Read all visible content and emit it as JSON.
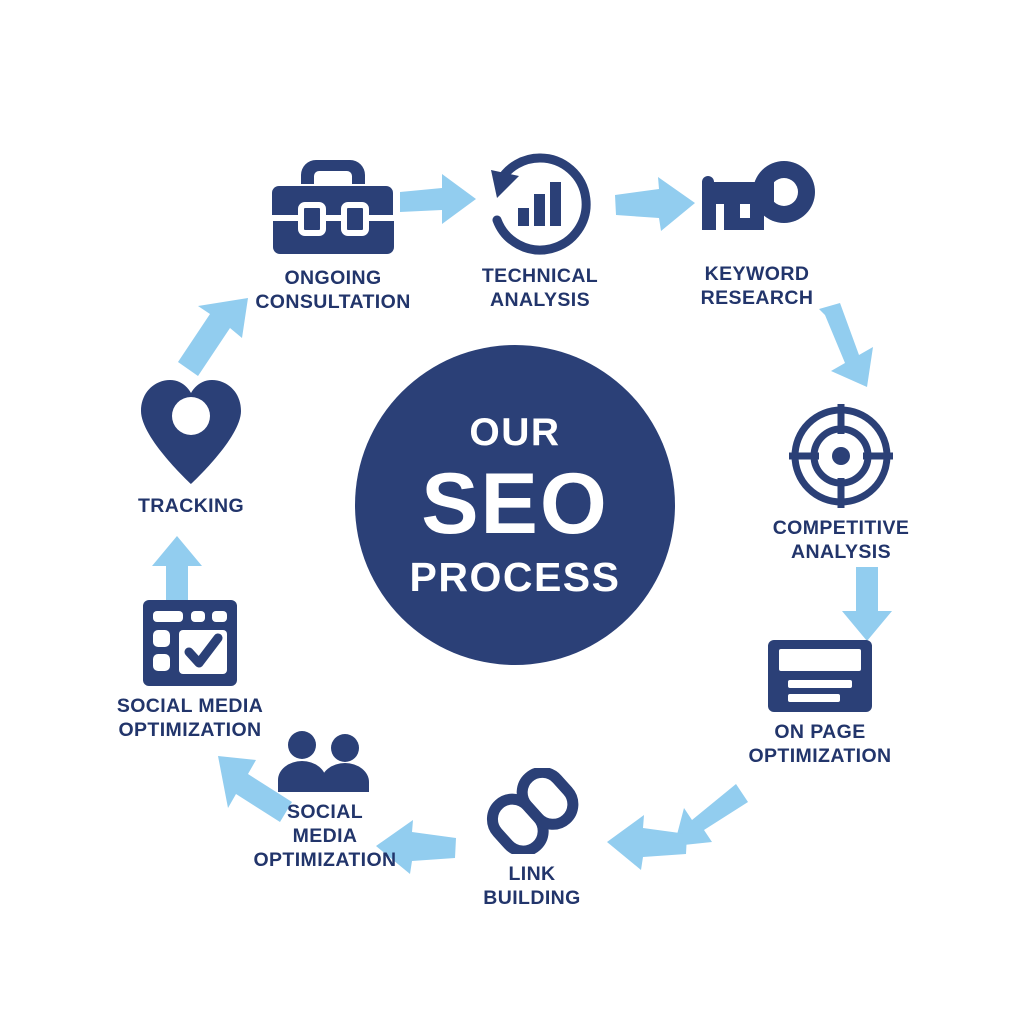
{
  "diagram": {
    "title": "Our SEO Process",
    "type": "circular-process-cycle",
    "background_color": "#ffffff",
    "primary_color": "#2b4077",
    "label_color": "#22356b",
    "arrow_color": "#92cdef"
  },
  "hub": {
    "line1": "OUR",
    "line2": "SEO",
    "line3": "PROCESS",
    "fill": "#2b4077",
    "text_color": "#ffffff"
  },
  "steps": [
    {
      "id": "ongoing-consultation",
      "label": "ONGOING\nCONSULTATION",
      "icon": "briefcase-icon",
      "order": 1
    },
    {
      "id": "technical-analysis",
      "label": "TECHNICAL\nANALYSIS",
      "icon": "refresh-bar-chart-icon",
      "order": 2
    },
    {
      "id": "keyword-research",
      "label": "KEYWORD\nRESEARCH",
      "icon": "key-icon",
      "order": 3
    },
    {
      "id": "competitive-analysis",
      "label": "COMPETITIVE\nANALYSIS",
      "icon": "target-crosshair-icon",
      "order": 4
    },
    {
      "id": "on-page-optimization",
      "label": "ON PAGE\nOPTIMIZATION",
      "icon": "document-page-icon",
      "order": 5
    },
    {
      "id": "link-building",
      "label": "LINK\nBUILDING",
      "icon": "chain-link-icon",
      "order": 6
    },
    {
      "id": "social-media-optimization-people",
      "label": "SOCIAL\nMEDIA\nOPTIMIZATION",
      "icon": "two-users-icon",
      "order": 7
    },
    {
      "id": "social-media-optimization-browser",
      "label": "SOCIAL MEDIA\nOPTIMIZATION",
      "icon": "browser-checkmark-icon",
      "order": 8
    },
    {
      "id": "tracking",
      "label": "TRACKING",
      "icon": "heart-map-pin-icon",
      "order": 9
    }
  ],
  "arrows": [
    {
      "id": "arrow-consultation-to-technical",
      "direction": "right"
    },
    {
      "id": "arrow-technical-to-keyword",
      "direction": "right"
    },
    {
      "id": "arrow-keyword-to-competitive",
      "direction": "down-right"
    },
    {
      "id": "arrow-competitive-to-onpage",
      "direction": "down"
    },
    {
      "id": "arrow-onpage-to-link",
      "direction": "down-left"
    },
    {
      "id": "arrow-link-to-socialpeople",
      "direction": "left"
    },
    {
      "id": "arrow-socialpeople-to-socialbrowser",
      "direction": "up-left"
    },
    {
      "id": "arrow-socialbrowser-to-tracking",
      "direction": "up"
    },
    {
      "id": "arrow-tracking-to-consultation",
      "direction": "up-right"
    }
  ]
}
